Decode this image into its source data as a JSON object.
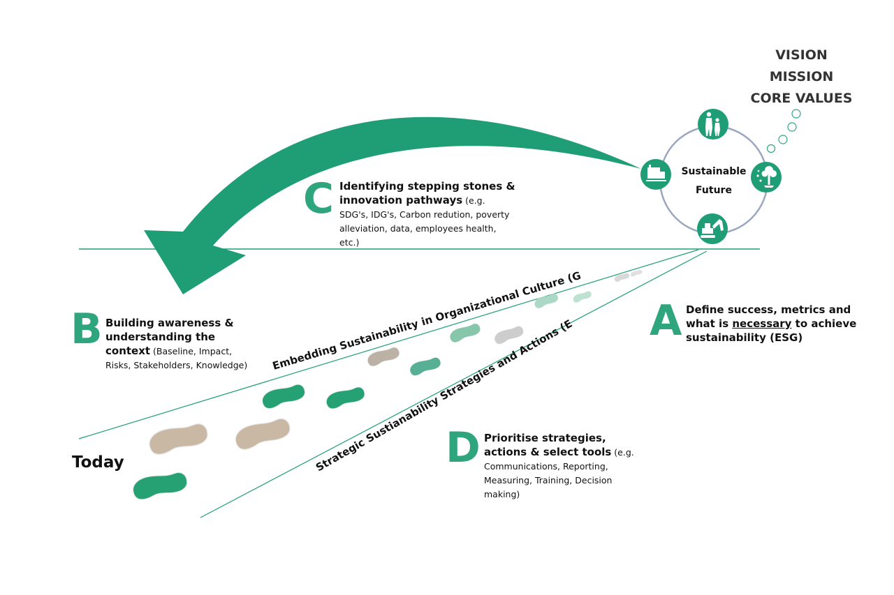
{
  "vision": [
    "VISION",
    "MISSION",
    "CORE VALUES"
  ],
  "future": {
    "line1": "Sustainable",
    "line2": "Future"
  },
  "today": "Today",
  "step_a": {
    "letter": "A",
    "line1": "Define success, metrics and",
    "line2_pre": "what is ",
    "line2_underlined": "necessary",
    "line2_post": " to achieve",
    "line3": "sustainability (ESG)"
  },
  "step_b": {
    "letter": "B",
    "line1": "Building awareness &",
    "line2": "understanding the",
    "line3_bold": "context",
    "line3_rest": " (Baseline, Impact,",
    "line4": "Risks, Stakeholders, Knowledge)"
  },
  "step_c": {
    "letter": "C",
    "line1": "Identifying stepping stones &",
    "line2_bold": "innovation pathways",
    "line2_rest": " (e.g.",
    "line3": "SDG's, IDG's, Carbon redution, poverty",
    "line4": "alleviation, data, employees health,",
    "line5": "etc.)"
  },
  "step_d": {
    "letter": "D",
    "line1": "Prioritise strategies,",
    "line2_bold": "actions & select tools",
    "line2_rest": " (e.g.",
    "line3": "Communications, Reporting,",
    "line4": "Measuring, Training, Decision",
    "line5": "making)"
  },
  "path_labels": {
    "upper": "Embedding Sustainability in Organizational Culture (G)",
    "lower": "Strategic Sustianability Strategies and Actions (E+S)"
  },
  "icons": [
    "people-icon",
    "tree-icon",
    "excavator-icon",
    "factory-icon"
  ],
  "colors": {
    "accent": "#1f9e76",
    "accent_light": "#2fa57d",
    "footprint_green": "#26a174",
    "footprint_tan": "#c9b8a4",
    "footprint_grey": "#bfbfbf"
  }
}
